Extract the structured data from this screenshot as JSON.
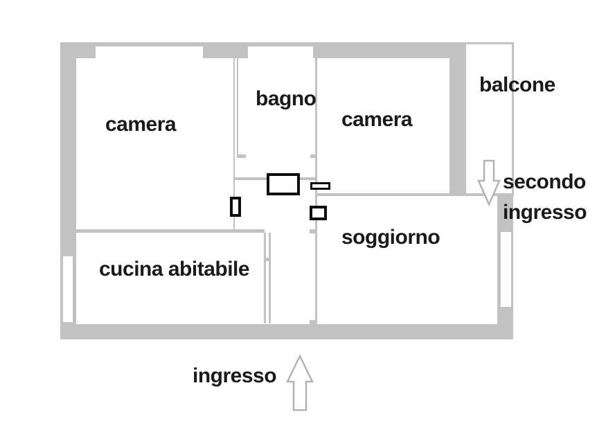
{
  "rooms": {
    "camera_left": "camera",
    "bagno": "bagno",
    "camera_right": "camera",
    "balcone": "balcone",
    "soggiorno": "soggiorno",
    "cucina": "cucina abitabile"
  },
  "entrances": {
    "main": "ingresso",
    "secondary_line1": "secondo",
    "secondary_line2": "ingresso"
  },
  "icons": {
    "main_entrance_arrow": "up-block-arrow",
    "secondary_entrance_arrow": "down-block-arrow"
  },
  "colors": {
    "wall": "#c2c2c2",
    "fixture": "#0f0f0f",
    "text": "#1a1a1a",
    "arrow_outline": "#b3b3b3"
  }
}
